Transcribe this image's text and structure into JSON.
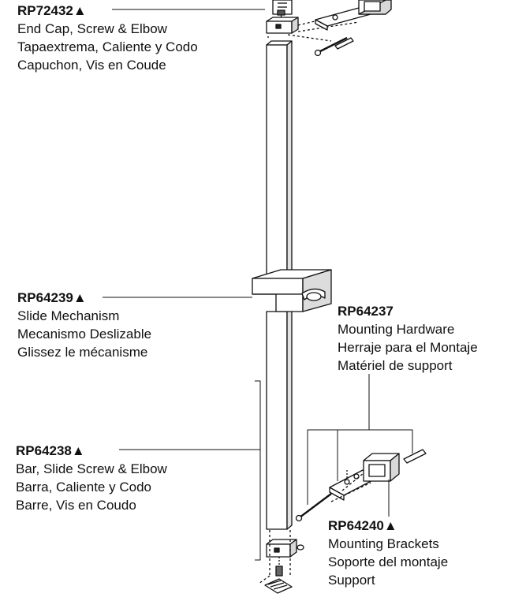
{
  "parts": [
    {
      "id": "end-cap",
      "part_number": "RP72432",
      "marker": "▲",
      "descriptions": [
        "End Cap, Screw & Elbow",
        "Tapaextrema, Caliente y Codo",
        "Capuchon, Vis en Coude"
      ]
    },
    {
      "id": "slide",
      "part_number": "RP64239",
      "marker": "▲",
      "descriptions": [
        "Slide Mechanism",
        "Mecanismo Deslizable",
        "Glissez le mécanisme"
      ]
    },
    {
      "id": "mount-hardware",
      "part_number": "RP64237",
      "marker": "",
      "descriptions": [
        "Mounting Hardware",
        "Herraje para el Montaje",
        "Matériel de support"
      ]
    },
    {
      "id": "bar",
      "part_number": "RP64238",
      "marker": "▲",
      "descriptions": [
        "Bar, Slide Screw & Elbow",
        "Barra, Caliente y Codo",
        "Barre, Vis en Coudo"
      ]
    },
    {
      "id": "brackets",
      "part_number": "RP64240",
      "marker": "▲",
      "descriptions": [
        "Mounting Brackets",
        "Soporte del montaje",
        "Support"
      ]
    }
  ]
}
